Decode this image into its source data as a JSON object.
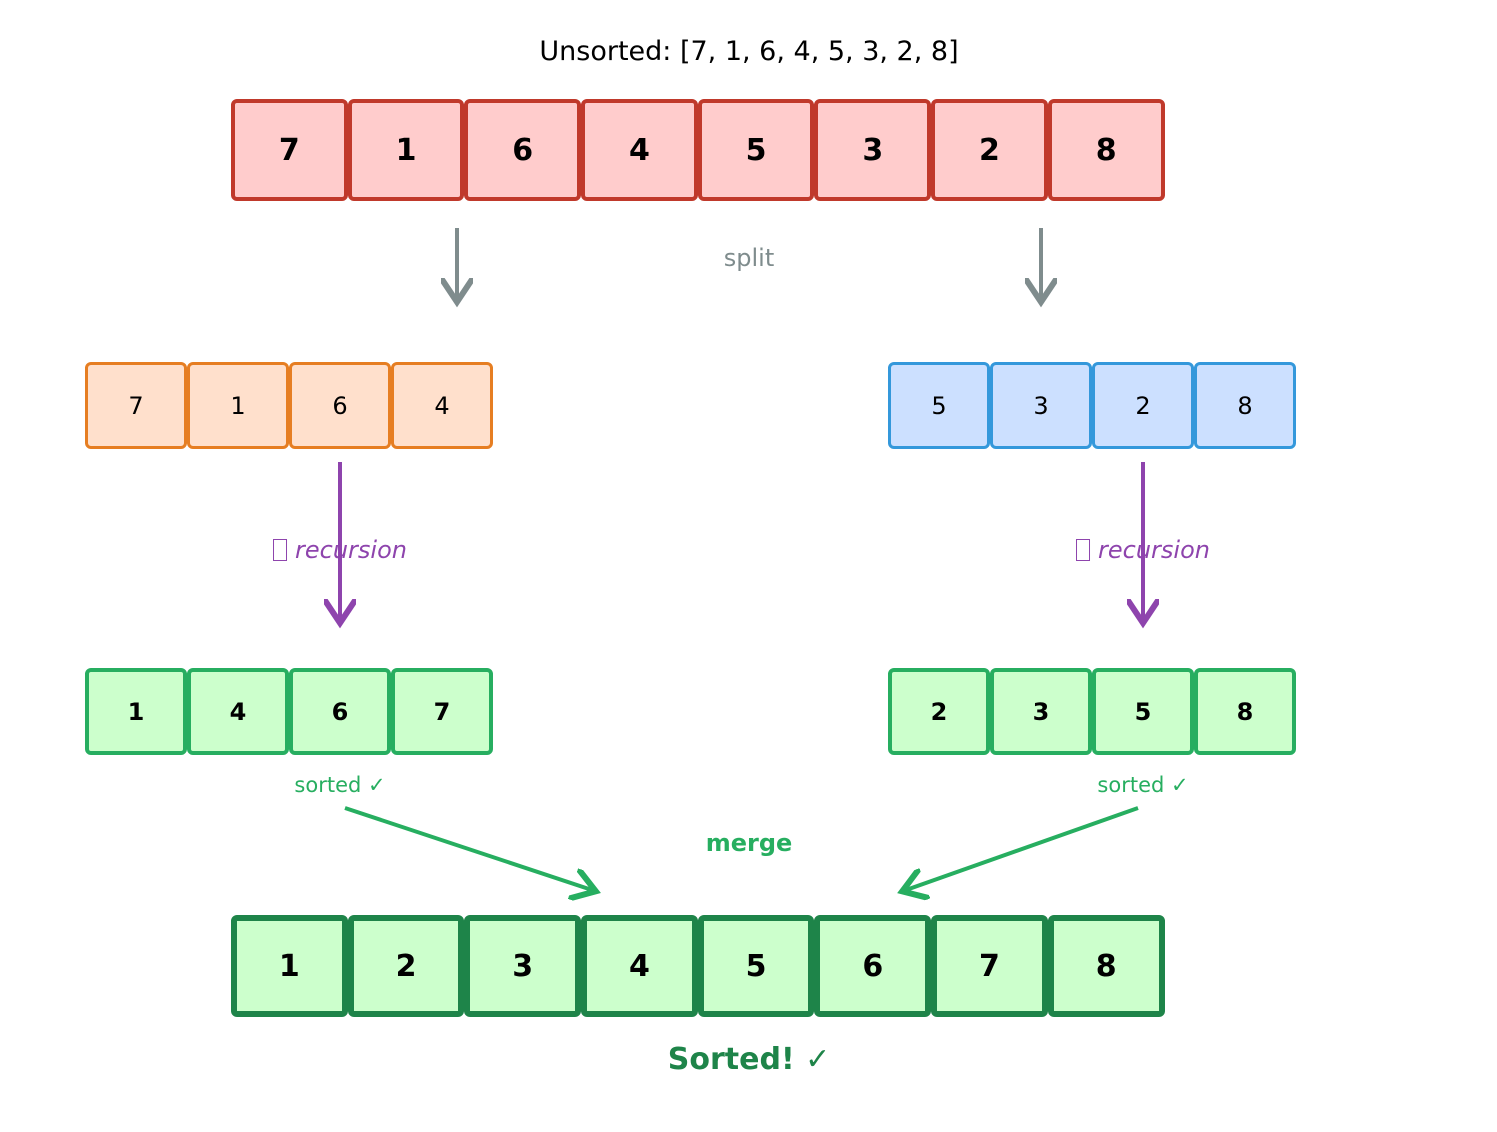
{
  "title": "Unsorted: [7, 1, 6, 4, 5, 3, 2, 8]",
  "unsorted": [
    7,
    1,
    6,
    4,
    5,
    3,
    2,
    8
  ],
  "left_half": [
    7,
    1,
    6,
    4
  ],
  "right_half": [
    5,
    3,
    2,
    8
  ],
  "left_sorted": [
    1,
    4,
    6,
    7
  ],
  "right_sorted": [
    2,
    3,
    5,
    8
  ],
  "final": [
    1,
    2,
    3,
    4,
    5,
    6,
    7,
    8
  ],
  "labels": {
    "split": "split",
    "recursion": "recursion",
    "sorted_left": "sorted ✓",
    "sorted_right": "sorted ✓",
    "merge": "merge",
    "done": "Sorted! ✓"
  },
  "colors": {
    "red": "#c0392b",
    "red_fill": "#ffcccc",
    "orange": "#e67e22",
    "orange_fill": "#ffe0cc",
    "blue": "#3498db",
    "blue_fill": "#cce0ff",
    "green": "#27ae60",
    "green_fill": "#ccffcc",
    "dark_green": "#1e8449",
    "purple": "#8e44ad",
    "gray": "#7f8c8d"
  }
}
